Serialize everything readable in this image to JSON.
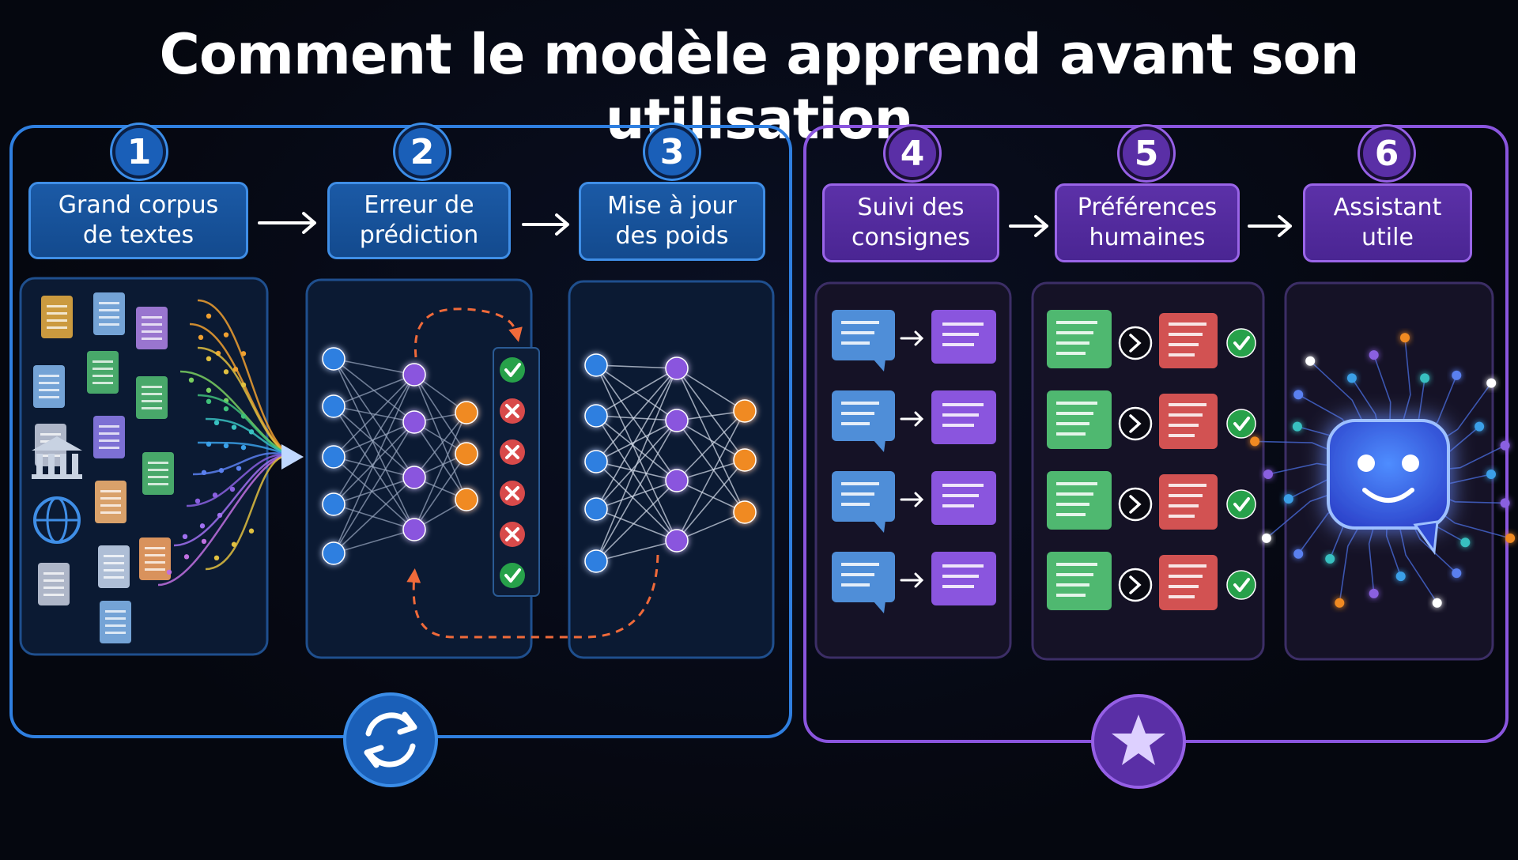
{
  "title": "Comment le modèle apprend avant son utilisation",
  "steps": [
    {
      "number": "1",
      "label": "Grand corpus\nde textes"
    },
    {
      "number": "2",
      "label": "Erreur de\nprédiction"
    },
    {
      "number": "3",
      "label": "Mise à jour\ndes poids"
    },
    {
      "number": "4",
      "label": "Suivi des\nconsignes"
    },
    {
      "number": "5",
      "label": "Préférences\nhumaines"
    },
    {
      "number": "6",
      "label": "Assistant\nutile"
    }
  ],
  "icons": {
    "loop": "refresh-icon",
    "star": "star-icon",
    "check": "check-icon",
    "cross": "cross-icon",
    "assistant": "smiley-chat-icon"
  },
  "colors": {
    "blue": "#2f7fe0",
    "purple": "#8a55de",
    "orange": "#f08a24",
    "green": "#27a14a",
    "red": "#d84a4a",
    "background": "#05070f"
  },
  "prediction_results": [
    "correct",
    "wrong",
    "wrong",
    "wrong",
    "wrong",
    "correct"
  ],
  "preference_rows": 4,
  "instruction_rows": 4
}
